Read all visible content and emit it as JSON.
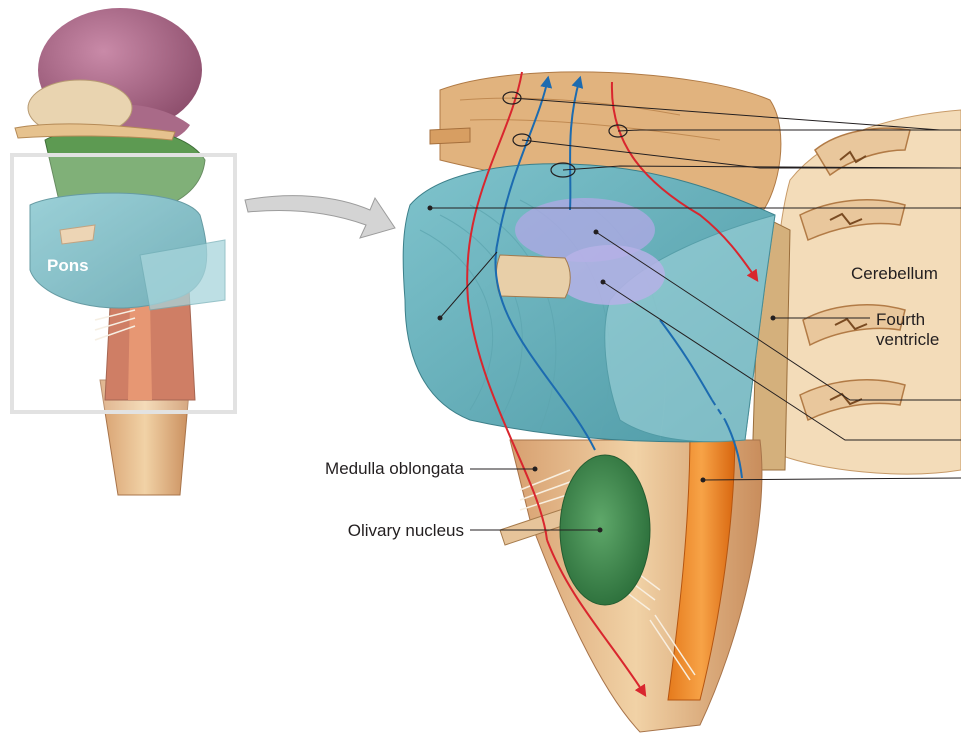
{
  "labels": {
    "pons": "Pons",
    "cerebellum": "Cerebellum",
    "fourth_ventricle_line1": "Fourth",
    "fourth_ventricle_line2": "ventricle",
    "medulla_oblongata": "Medulla oblongata",
    "olivary_nucleus": "Olivary nucleus"
  },
  "colors": {
    "descending_tract": "#d9262e",
    "ascending_tract": "#1c6bb0",
    "pons_tissue": "#6fb7c2",
    "olive": "#3f8f4e",
    "nerve_root": "#e8c9a0",
    "cerebellum_fold": "#e9c79c",
    "leader_line": "#231f20"
  },
  "icons": {
    "overview_to_detail_arrow": "curved-arrow-icon"
  }
}
